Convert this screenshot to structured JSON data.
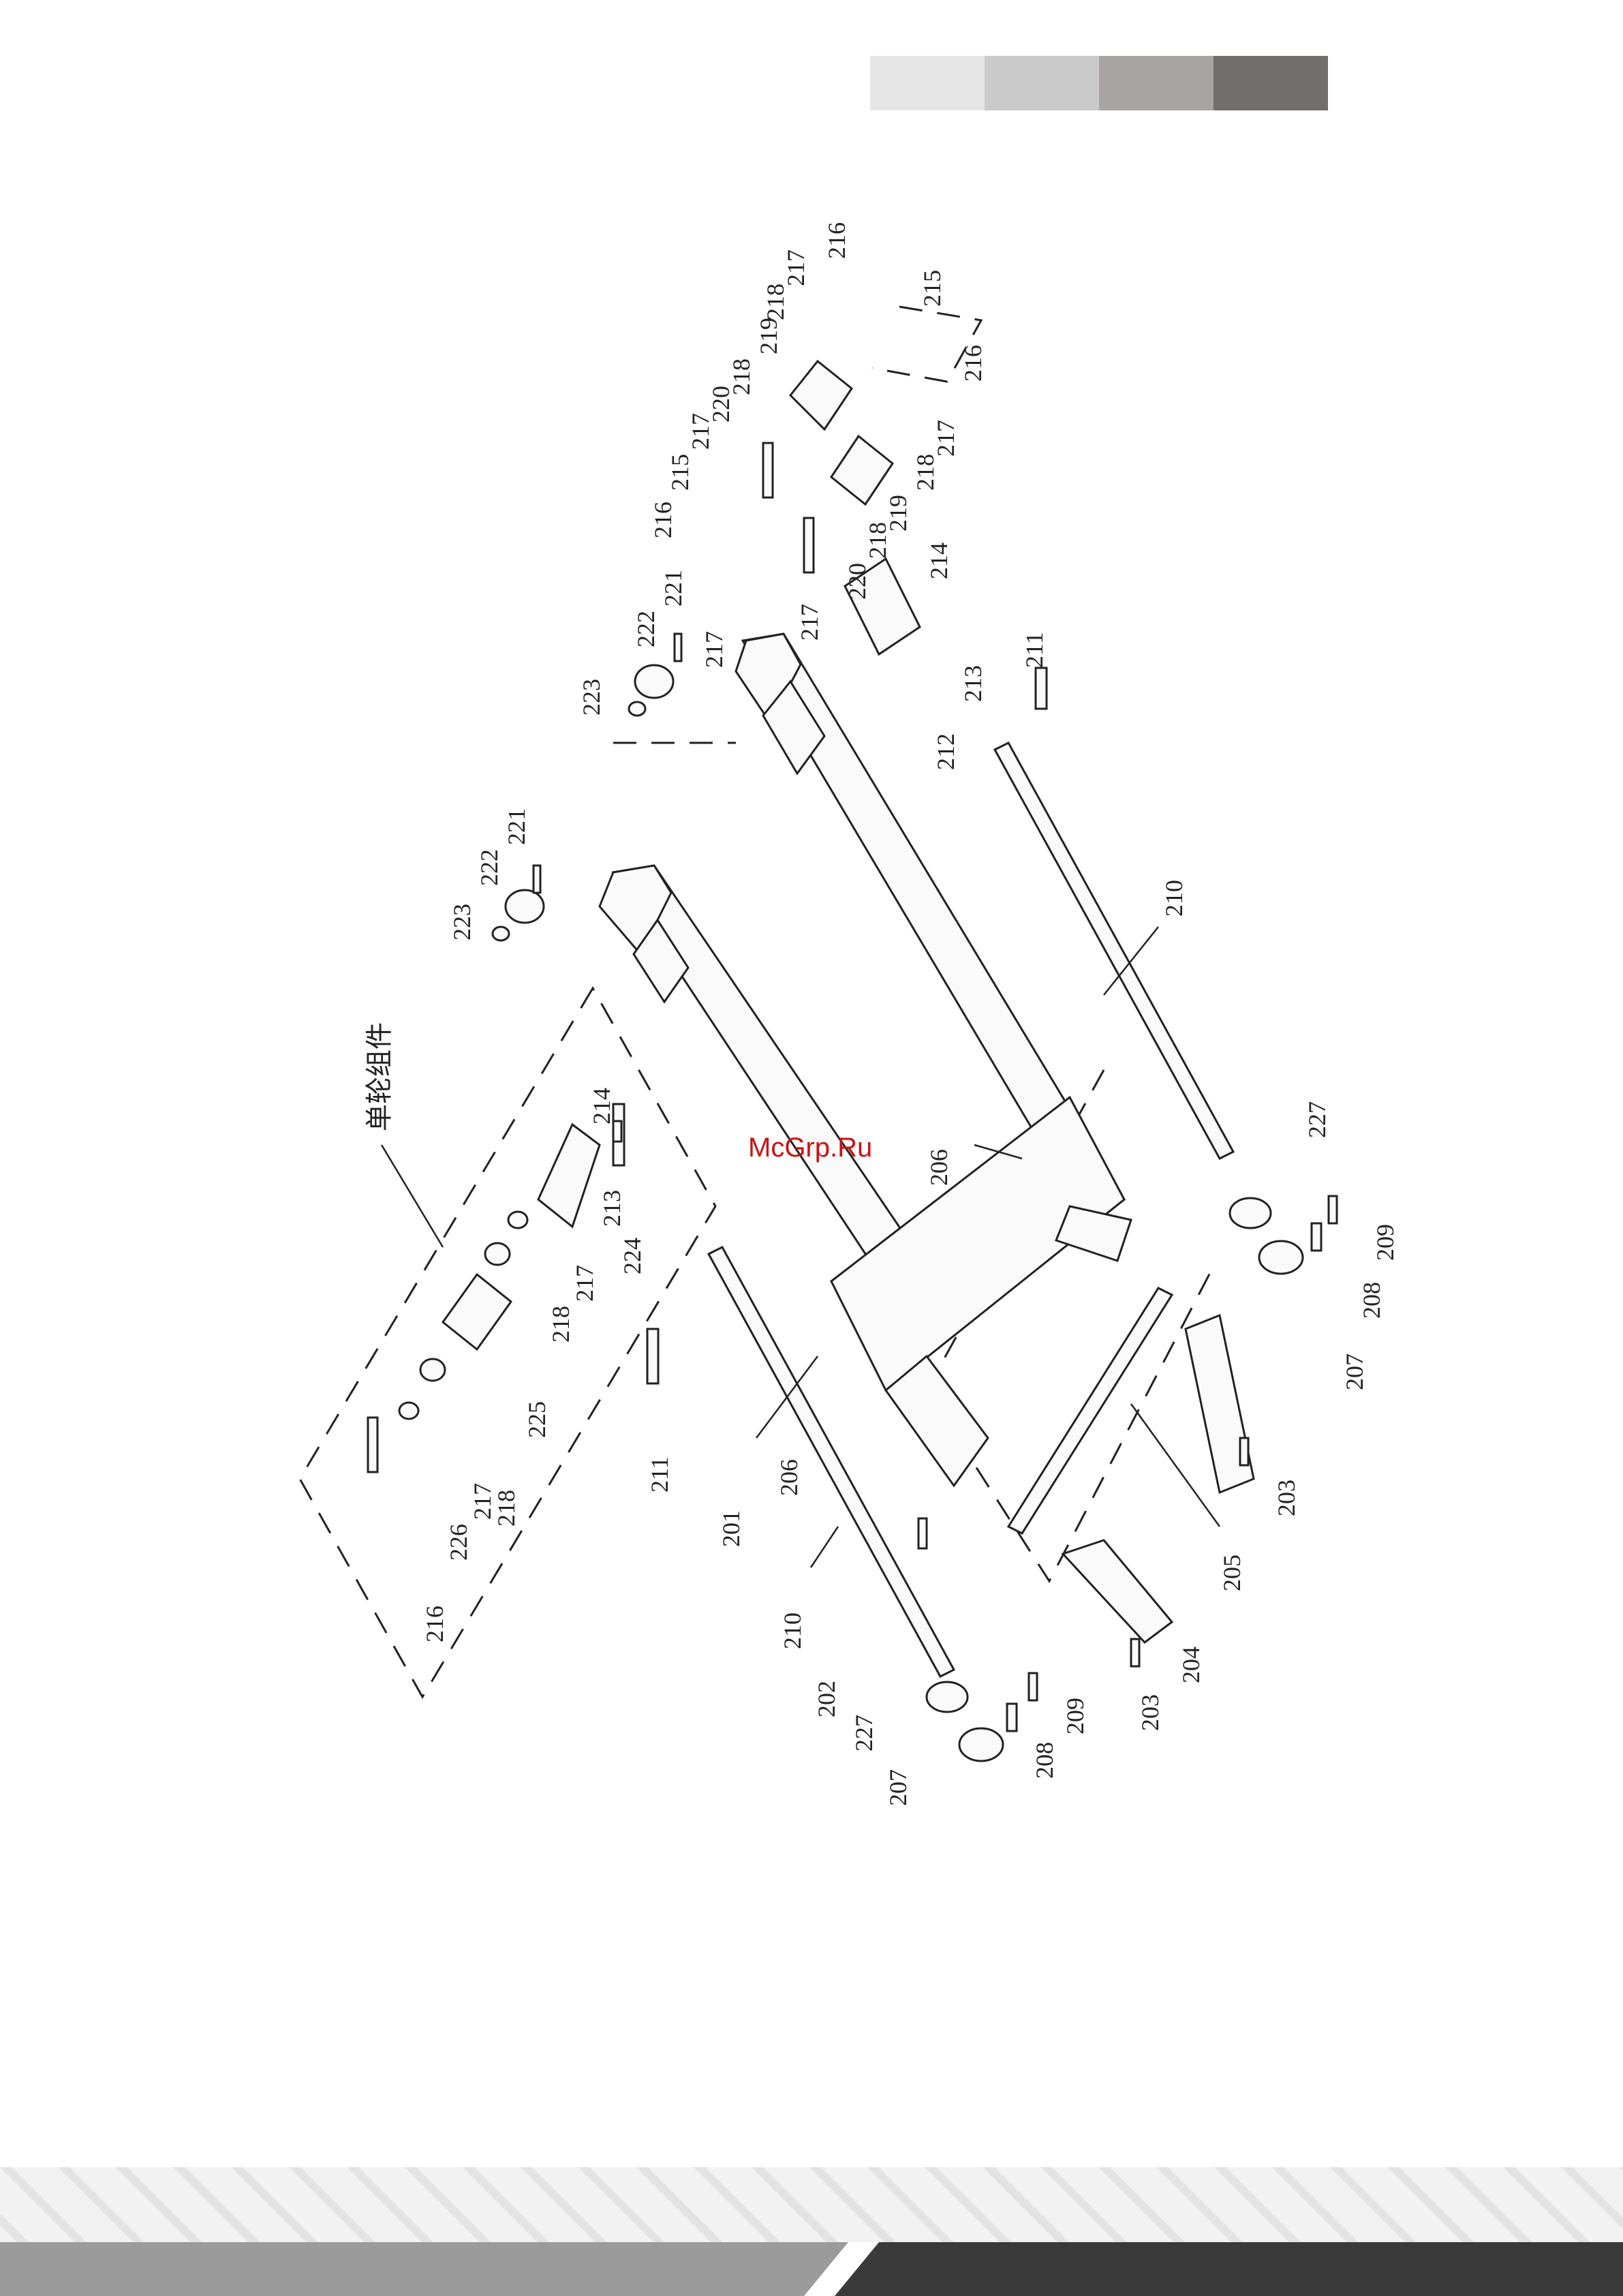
{
  "header": {
    "swatch_colors": [
      "#e6e6e6",
      "#cbcacb",
      "#a8a4a4",
      "#736e6e"
    ]
  },
  "diagram": {
    "group_title": "单轮组件",
    "watermark": "McGrp.Ru",
    "labels": [
      {
        "name": "label-216-top",
        "text": "216"
      },
      {
        "name": "label-217-top",
        "text": "217"
      },
      {
        "name": "label-218-top",
        "text": "218"
      },
      {
        "name": "label-219-top",
        "text": "219"
      },
      {
        "name": "label-218-mid",
        "text": "218"
      },
      {
        "name": "label-220-top",
        "text": "220"
      },
      {
        "name": "label-217-upper",
        "text": "217"
      },
      {
        "name": "label-215-upper",
        "text": "215"
      },
      {
        "name": "label-216-upper",
        "text": "216"
      },
      {
        "name": "label-215-right",
        "text": "215"
      },
      {
        "name": "label-216-right",
        "text": "216"
      },
      {
        "name": "label-217-right",
        "text": "217"
      },
      {
        "name": "label-218-right",
        "text": "218"
      },
      {
        "name": "label-219-right",
        "text": "219"
      },
      {
        "name": "label-218-lower",
        "text": "218"
      },
      {
        "name": "label-220-lower",
        "text": "220"
      },
      {
        "name": "label-217-lower",
        "text": "217"
      },
      {
        "name": "label-214-right",
        "text": "214"
      },
      {
        "name": "label-217-bracket",
        "text": "217"
      },
      {
        "name": "label-221-top",
        "text": "221"
      },
      {
        "name": "label-222-top",
        "text": "222"
      },
      {
        "name": "label-223-top",
        "text": "223"
      },
      {
        "name": "label-213-right",
        "text": "213"
      },
      {
        "name": "label-211-right",
        "text": "211"
      },
      {
        "name": "label-212",
        "text": "212"
      },
      {
        "name": "label-221-mid",
        "text": "221"
      },
      {
        "name": "label-222-mid",
        "text": "222"
      },
      {
        "name": "label-223-mid",
        "text": "223"
      },
      {
        "name": "label-210-right",
        "text": "210"
      },
      {
        "name": "label-214-left",
        "text": "214"
      },
      {
        "name": "label-213-left",
        "text": "213"
      },
      {
        "name": "label-206-upper",
        "text": "206"
      },
      {
        "name": "label-227-right",
        "text": "227"
      },
      {
        "name": "label-224",
        "text": "224"
      },
      {
        "name": "label-217-group",
        "text": "217"
      },
      {
        "name": "label-218-group",
        "text": "218"
      },
      {
        "name": "label-225",
        "text": "225"
      },
      {
        "name": "label-218-group-lower",
        "text": "218"
      },
      {
        "name": "label-217-group-lower",
        "text": "217"
      },
      {
        "name": "label-226",
        "text": "226"
      },
      {
        "name": "label-216-group",
        "text": "216"
      },
      {
        "name": "label-211-left",
        "text": "211"
      },
      {
        "name": "label-201",
        "text": "201"
      },
      {
        "name": "label-206-lower",
        "text": "206"
      },
      {
        "name": "label-210-left",
        "text": "210"
      },
      {
        "name": "label-202",
        "text": "202"
      },
      {
        "name": "label-227-left",
        "text": "227"
      },
      {
        "name": "label-207-left",
        "text": "207"
      },
      {
        "name": "label-208-left",
        "text": "208"
      },
      {
        "name": "label-209-left",
        "text": "209"
      },
      {
        "name": "label-203-left",
        "text": "203"
      },
      {
        "name": "label-204",
        "text": "204"
      },
      {
        "name": "label-205",
        "text": "205"
      },
      {
        "name": "label-203-right",
        "text": "203"
      },
      {
        "name": "label-207-right",
        "text": "207"
      },
      {
        "name": "label-208-right",
        "text": "208"
      },
      {
        "name": "label-209-right",
        "text": "209"
      }
    ]
  },
  "footer": {
    "band_colors": [
      "#9b9b9b",
      "#3a3a3a"
    ]
  }
}
